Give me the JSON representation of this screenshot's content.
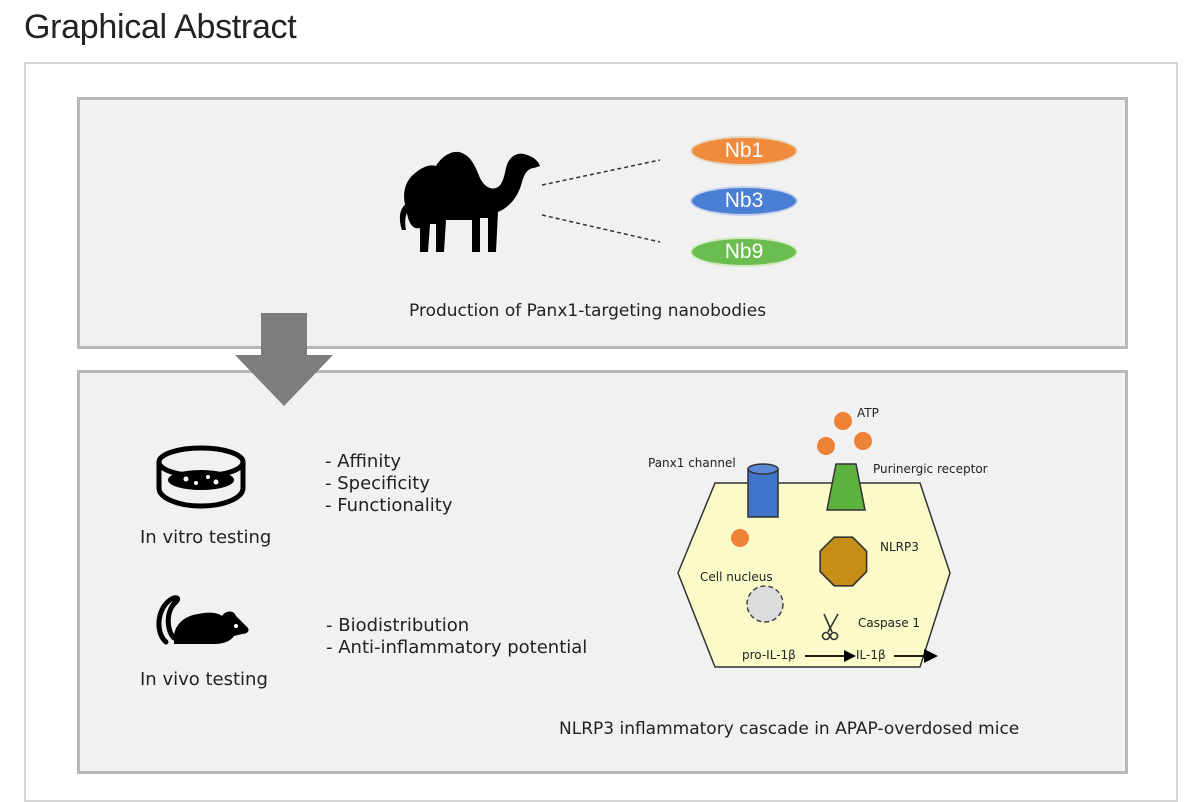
{
  "header": {
    "title": "Graphical Abstract"
  },
  "top_panel": {
    "caption": "Production of Panx1-targeting nanobodies",
    "nanobodies": [
      {
        "label": "Nb1",
        "color": "#f08a3c",
        "border": "#e9e0c8"
      },
      {
        "label": "Nb3",
        "color": "#4a7fd3",
        "border": "#c9d6ef"
      },
      {
        "label": "Nb9",
        "color": "#6cbd4f",
        "border": "#d6ecc7"
      }
    ],
    "icons": [
      "camel-icon"
    ]
  },
  "bottom_panel": {
    "in_vitro": {
      "label": "In vitro testing",
      "icon": "petri-dish-icon",
      "bullets": [
        "- Affinity",
        "- Specificity",
        "- Functionality"
      ]
    },
    "in_vivo": {
      "label": "In vivo testing",
      "icon": "mouse-icon",
      "bullets": [
        "- Biodistribution",
        "- Anti-inflammatory potential"
      ]
    },
    "cell_diagram": {
      "atp": "ATP",
      "panx1": "Panx1 channel",
      "receptor": "Purinergic receptor",
      "nlrp3": "NLRP3",
      "nucleus": "Cell nucleus",
      "caspase": "Caspase 1",
      "pro_il": "pro-IL-1β",
      "il": "IL-1β",
      "colors": {
        "cell_fill": "#fafbc8",
        "channel": "#3f74c9",
        "receptor": "#5db13e",
        "atp": "#ee8237",
        "nlrp3": "#c68e16"
      }
    },
    "caption": "NLRP3 inflammatory cascade in APAP-overdosed mice"
  },
  "arrow_color": "#7d7d7d"
}
